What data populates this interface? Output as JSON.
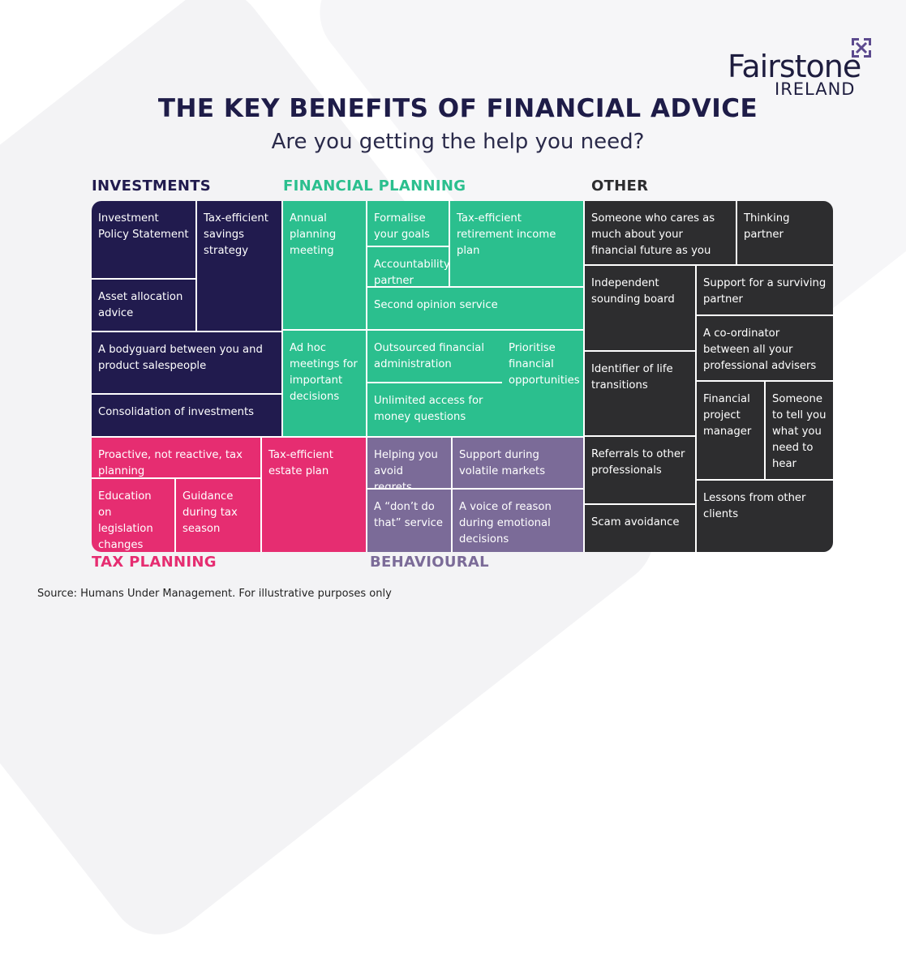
{
  "brand": {
    "name": "Fairstone",
    "sub": "IRELAND",
    "colors": {
      "navy": "#1e1c48",
      "purple": "#5c4a8e"
    }
  },
  "title": "THE KEY BENEFITS OF FINANCIAL ADVICE",
  "subtitle": "Are you getting the help you need?",
  "categories": {
    "investments": {
      "label": "INVESTMENTS",
      "color": "#211b4e"
    },
    "financial_planning": {
      "label": "FINANCIAL PLANNING",
      "color": "#2bbf8e"
    },
    "other": {
      "label": "OTHER",
      "color": "#2d2d2f"
    },
    "tax_planning": {
      "label": "TAX PLANNING",
      "color": "#e62d71"
    },
    "behavioural": {
      "label": "BEHAVIOURAL",
      "color": "#7b6b98"
    }
  },
  "cells": {
    "investments": [
      "Investment Policy Statement",
      "Tax-efficient savings strategy",
      "Asset allocation advice",
      "A bodyguard between you and product salespeople",
      "Consolidation of investments"
    ],
    "financial_planning": [
      "Annual planning meeting",
      "Formalise your goals",
      "Tax-efficient retirement income plan",
      "Accountability partner",
      "Second opinion service",
      "Ad hoc meetings for important decisions",
      "Outsourced financial administration",
      "Prioritise financial opportunities",
      "Unlimited access for money questions"
    ],
    "tax_planning": [
      "Proactive, not reactive, tax planning",
      "Tax-efficient estate plan",
      "Education on legislation changes",
      "Guidance during tax season"
    ],
    "behavioural": [
      "Helping you avoid regrets",
      "Support during volatile markets",
      "A “don’t do that” service",
      "A voice of reason during emotional decisions"
    ],
    "other": [
      "Someone who cares as much about your financial future as you",
      "Thinking partner",
      "Independent sounding board",
      "Support for a surviving partner",
      "A co-ordinator between all your professional advisers",
      "Identifier of life transitions",
      "Financial project manager",
      "Someone to tell you what you need to hear",
      "Referrals to other professionals",
      "Lessons from other clients",
      "Scam avoidance"
    ]
  },
  "source": "Source: Humans Under Management. For illustrative purposes only"
}
